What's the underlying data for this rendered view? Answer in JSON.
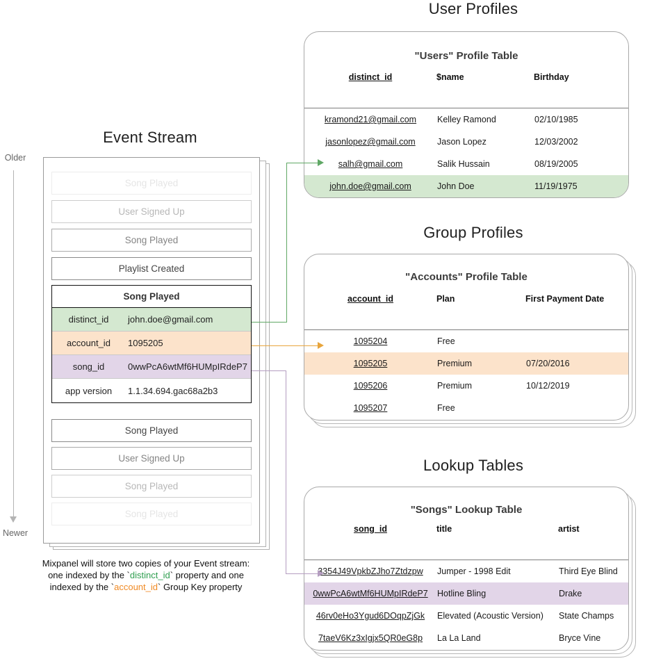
{
  "event_stream": {
    "title": "Event Stream",
    "axis": {
      "older": "Older",
      "newer": "Newer"
    },
    "items_above": [
      {
        "label": "Song Played",
        "fade": "op-15"
      },
      {
        "label": "User Signed Up",
        "fade": "op-40"
      },
      {
        "label": "Song Played",
        "fade": "op-70"
      },
      {
        "label": "Playlist Created",
        "fade": "op-100"
      }
    ],
    "items_below": [
      {
        "label": "Song Played",
        "fade": "op-100"
      },
      {
        "label": "User Signed Up",
        "fade": "op-70"
      },
      {
        "label": "Song Played",
        "fade": "op-40"
      },
      {
        "label": "Song Played",
        "fade": "op-15"
      }
    ],
    "selected_event": {
      "name": "Song Played",
      "properties": [
        {
          "key": "distinct_id",
          "value": "john.doe@gmail.com",
          "highlight": "row-green"
        },
        {
          "key": "account_id",
          "value": "1095205",
          "highlight": "row-orange"
        },
        {
          "key": "song_id",
          "value": "0wwPcA6wtMf6HUMpIRdeP7",
          "highlight": "row-purple"
        },
        {
          "key": "app version",
          "value": "1.1.34.694.gac68a2b3",
          "highlight": ""
        }
      ]
    },
    "caption": {
      "line1": "Mixpanel will store two copies of your Event stream:",
      "line2_a": "one indexed by the `",
      "line2_token": "distinct_id",
      "line2_b": "` property and one",
      "line3_a": "indexed by the `",
      "line3_token": "account_id",
      "line3_b": "` Group Key property"
    }
  },
  "user_profiles": {
    "section_title": "User Profiles",
    "table_title": "\"Users\" Profile Table",
    "columns": [
      "distinct_id",
      "$name",
      "Birthday"
    ],
    "rows": [
      {
        "cells": [
          "kramond21@gmail.com",
          "Kelley Ramond",
          "02/10/1985"
        ],
        "highlight": ""
      },
      {
        "cells": [
          "jasonlopez@gmail.com",
          "Jason Lopez",
          "12/03/2002"
        ],
        "highlight": ""
      },
      {
        "cells": [
          "salh@gmail.com",
          "Salik Hussain",
          "08/19/2005"
        ],
        "highlight": ""
      },
      {
        "cells": [
          "john.doe@gmail.com",
          "John Doe",
          "11/19/1975"
        ],
        "highlight": "hl-green"
      }
    ]
  },
  "group_profiles": {
    "section_title": "Group Profiles",
    "table_title": "\"Accounts\" Profile Table",
    "columns": [
      "account_id",
      "Plan",
      "First Payment Date"
    ],
    "rows": [
      {
        "cells": [
          "1095204",
          "Free",
          ""
        ],
        "highlight": ""
      },
      {
        "cells": [
          "1095205",
          "Premium",
          "07/20/2016"
        ],
        "highlight": "hl-orange"
      },
      {
        "cells": [
          "1095206",
          "Premium",
          "10/12/2019"
        ],
        "highlight": ""
      },
      {
        "cells": [
          "1095207",
          "Free",
          ""
        ],
        "highlight": ""
      }
    ]
  },
  "lookup_tables": {
    "section_title": "Lookup Tables",
    "table_title": "\"Songs\" Lookup Table",
    "columns": [
      "song_id",
      "title",
      "artist"
    ],
    "rows": [
      {
        "cells": [
          "3354J49VpkbZJho7Ztdzpw",
          "Jumper - 1998 Edit",
          "Third Eye Blind"
        ],
        "highlight": ""
      },
      {
        "cells": [
          "0wwPcA6wtMf6HUMpIRdeP7",
          "Hotline Bling",
          "Drake"
        ],
        "highlight": "hl-purple"
      },
      {
        "cells": [
          "46rv0eHo3Ygud6DOqpZjGk",
          "Elevated (Acoustic Version)",
          "State Champs"
        ],
        "highlight": ""
      },
      {
        "cells": [
          "7taeV6Kz3xIgjx5QR0eG8p",
          "La La Land",
          "Bryce Vine"
        ],
        "highlight": ""
      }
    ]
  },
  "colors": {
    "green": "#d4e8d0",
    "orange": "#fce3cb",
    "purple": "#e2d5e8",
    "green_line": "#5fa865",
    "orange_line": "#e8a53c",
    "purple_line": "#b49dc0"
  }
}
